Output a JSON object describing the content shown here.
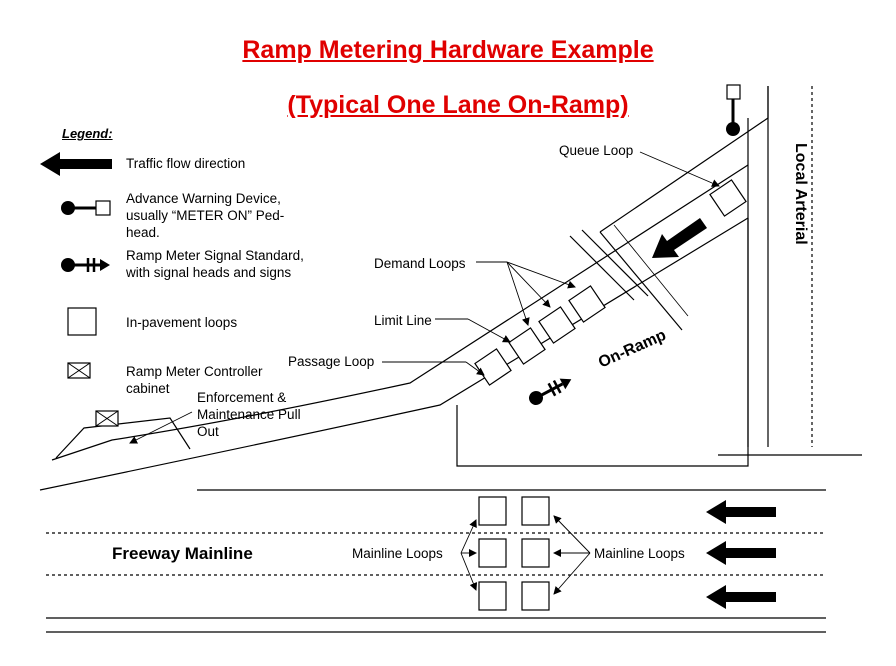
{
  "title": {
    "line1": "Ramp Metering Hardware Example",
    "line2": "(Typical One Lane On-Ramp)",
    "color": "#e00000"
  },
  "legend": {
    "heading": "Legend:",
    "items": [
      {
        "icon": "arrow-left-icon",
        "text": "Traffic flow direction"
      },
      {
        "icon": "advance-warning-device-icon",
        "text": "Advance Warning Device,\nusually “METER ON” Ped-\nhead."
      },
      {
        "icon": "ramp-meter-signal-icon",
        "text": "Ramp Meter Signal Standard,\nwith signal heads and signs"
      },
      {
        "icon": "loop-square-icon",
        "text": "In-pavement loops"
      },
      {
        "icon": "controller-cabinet-icon",
        "text": "Ramp Meter Controller\ncabinet"
      }
    ]
  },
  "labels": {
    "queue_loop": "Queue Loop",
    "demand_loops": "Demand Loops",
    "limit_line": "Limit Line",
    "passage_loop": "Passage Loop",
    "on_ramp": "On-Ramp",
    "local_arterial": "Local Arterial",
    "enforcement": "Enforcement &\nMaintenance Pull\nOut",
    "freeway_mainline": "Freeway Mainline",
    "mainline_loops_left": "Mainline Loops",
    "mainline_loops_right": "Mainline Loops"
  }
}
